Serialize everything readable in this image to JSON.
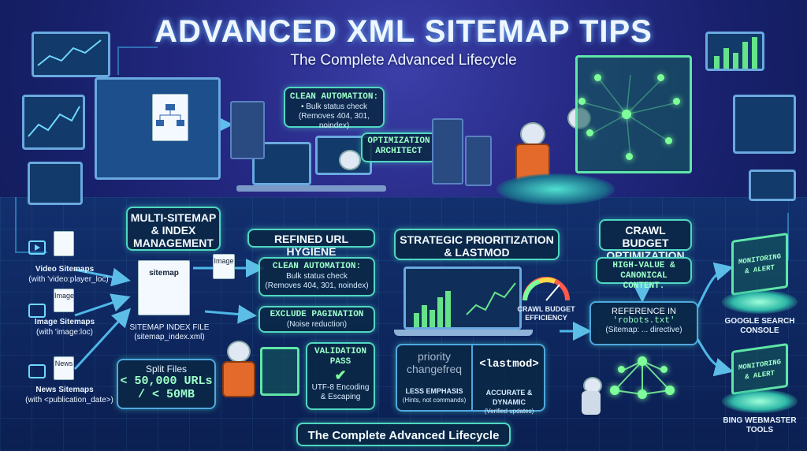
{
  "header": {
    "title": "ADVANCED XML SITEMAP TIPS",
    "subtitle": "The Complete Advanced Lifecycle"
  },
  "top_automation": {
    "heading": "CLEAN AUTOMATION:",
    "line1": "• Bulk status check",
    "line2": "(Removes 404, 301, noindex)"
  },
  "architect": {
    "label1": "OPTIMIZATION",
    "label2": "ARCHITECT"
  },
  "multi_sitemap": {
    "line1": "MULTI-SITEMAP",
    "line2": "& INDEX",
    "line3": "MANAGEMENT"
  },
  "sitemap_types": [
    {
      "icon": "video-icon",
      "title": "Video Sitemaps",
      "detail": "(with 'video:player_loc)"
    },
    {
      "icon": "image-icon",
      "title": "Image Sitemaps",
      "detail": "(with 'image:loc)"
    },
    {
      "icon": "news-icon",
      "title": "News Sitemaps",
      "detail": "(with <publication_date>)"
    }
  ],
  "doc_labels": {
    "image": "Image",
    "news": "News",
    "sitemap": "sitemap"
  },
  "index_file": {
    "name": "SITEMAP INDEX FILE",
    "path": "(sitemap_index.xml)"
  },
  "split_files": {
    "title": "Split Files",
    "line1": "< 50,000 URLs",
    "line2": "/ < 50MB"
  },
  "url_hygiene": {
    "heading": "REFINED URL HYGIENE"
  },
  "mid_automation": {
    "heading": "CLEAN AUTOMATION:",
    "line1": "Bulk status check",
    "line2": "(Removes 404, 301, noindex)"
  },
  "pagination": {
    "heading": "EXCLUDE PAGINATION",
    "detail": "(Noise reduction)"
  },
  "validation": {
    "line1": "VALIDATION",
    "line2": "PASS",
    "line3": "UTF-8 Encoding",
    "line4": "& Escaping"
  },
  "prioritization": {
    "line1": "STRATEGIC PRIORITIZATION",
    "line2": "& LASTMOD"
  },
  "gauge": {
    "line1": "CRAWL BUDGET",
    "line2": "EFFICIENCY"
  },
  "tags": {
    "left_1": "priority",
    "left_2": "changefreq",
    "right_tag": "<lastmod>",
    "left_caption": "LESS EMPHASIS",
    "left_detail": "(Hints, not commands)",
    "right_caption": "ACCURATE & DYNAMIC",
    "right_detail": "(Verified updates)"
  },
  "footer_banner": "The Complete Advanced Lifecycle",
  "crawl_budget": {
    "line1": "CRAWL BUDGET",
    "line2": "OPTIMIZATION"
  },
  "high_value": {
    "line1": "HIGH-VALUE &",
    "line2": "CANONICAL CONTENT."
  },
  "robots": {
    "line1": "REFERENCE IN",
    "line2": "'robots.txt'",
    "line3": "(Sitemap: ... directive)"
  },
  "engines": {
    "google_1": "GOOGLE SEARCH",
    "google_2": "CONSOLE",
    "bing_1": "BING WEBMASTER",
    "bing_2": "TOOLS",
    "monitor_1": "MONITORING",
    "monitor_2": "& ALERT"
  },
  "colors": {
    "accent": "#4fd8c2",
    "glow_green": "#7dff9a",
    "flow": "#5ad1ff",
    "robot_vest": "#e36a2a"
  }
}
